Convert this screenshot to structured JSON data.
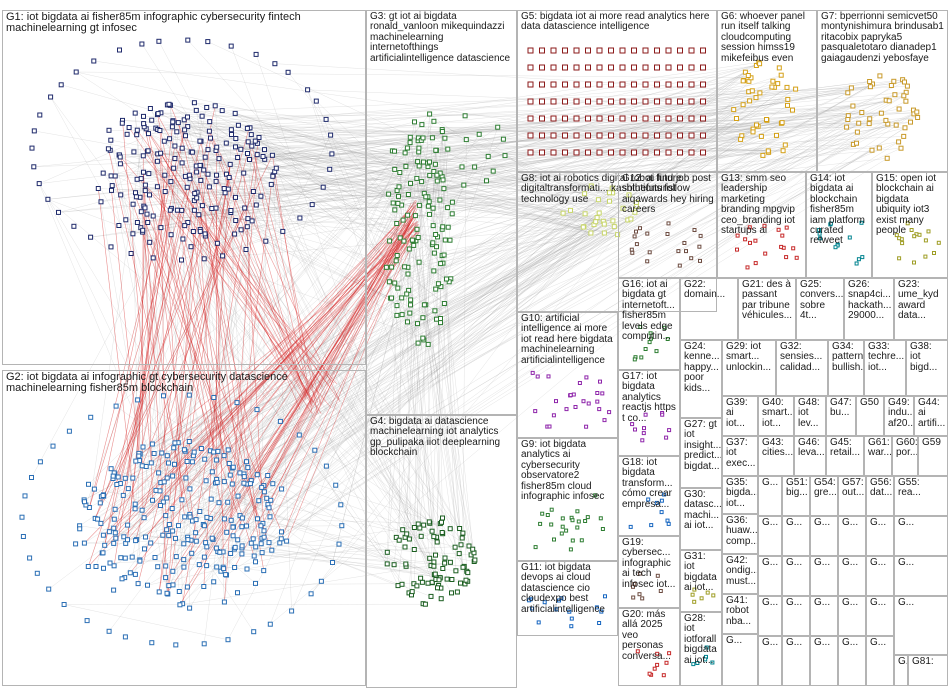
{
  "colors": {
    "edge_gray": "#9a9a9a",
    "edge_red": "#d42020",
    "g1_node": "#1f2a6b",
    "g2_node": "#2b6fb5",
    "g3_node": "#2e7d32",
    "g4_node": "#1b5e20",
    "g5_node": "#8b1a1a",
    "g6_node": "#d4a017",
    "g7_node": "#c89a2a",
    "g8_node": "#c8d66a",
    "misc_node": "#7aa6c8",
    "box_border": "#b4b4b4"
  },
  "groups": [
    {
      "id": "G1",
      "label": "G1: iot bigdata ai fisher85m infographic cybersecurity fintech machinelearning gt infosec"
    },
    {
      "id": "G2",
      "label": "G2: iot bigdata ai infographic gt cybersecurity datascience machinelearning fisher85m blockchain"
    },
    {
      "id": "G3",
      "label": "G3: gt iot ai bigdata ronald_vanloon mikequindazzi machinelearning internetofthings artificialintelligence datascience"
    },
    {
      "id": "G4",
      "label": "G4: bigdata ai datascience machinelearning iot analytics gp_pulipaka iiot deeplearning blockchain"
    },
    {
      "id": "G5",
      "label": "G5: bigdata iot ai more read analytics here data datascience intelligence"
    },
    {
      "id": "G6",
      "label": "G6: whoever panel run itself talking cloudcomputing session himss19 mikefeibus even"
    },
    {
      "id": "G7",
      "label": "G7: bperrionni semicvet50 montynishimura brindusab1 ritacobix papryka5 pasqualetotaro dianadep1 gaiagaudenzi yebosfaye"
    },
    {
      "id": "G8",
      "label": "G8: iot ai robotics digital robot future digitaltransformati... kashthefuturist technology use"
    },
    {
      "id": "G9",
      "label": "G9: iot bigdata analytics ai cybersecurity observatore2 fisher85m cloud infographic infosec"
    },
    {
      "id": "G10",
      "label": "G10: artificial intelligence ai more iot read here bigdata machinelearning artificialintelligence"
    },
    {
      "id": "G11",
      "label": "G11: iot bigdata devops ai cloud datascience cio cloudexpo best artificialintelligence"
    },
    {
      "id": "G12",
      "label": "G12: ai find job post solutions follow aiqawards hey hiring careers"
    },
    {
      "id": "G13",
      "label": "G13: smm seo leadership marketing branding mpgvip ceo_branding iot startups ai"
    },
    {
      "id": "G14",
      "label": "G14: iot bigdata ai blockchain fisher85m iam platform curated retweet"
    },
    {
      "id": "G15",
      "label": "G15: open iot blockchain ai bigdata ubiquity iot3 exist many people"
    },
    {
      "id": "G16",
      "label": "G16: iot ai bigdata gt internetoft... fisher85m levels edge computin..."
    },
    {
      "id": "G17",
      "label": "G17: iot bigdata analytics reactjs https t co..."
    },
    {
      "id": "G18",
      "label": "G18: iot bigdata transform... cómo crear empresa..."
    },
    {
      "id": "G19",
      "label": "G19: cybersec... infographic ai tech infosec iot..."
    },
    {
      "id": "G20",
      "label": "G20: más allá 2025 veo personas conversa..."
    },
    {
      "id": "G21",
      "label": "G21: des à passant par tribune véhicules..."
    },
    {
      "id": "G22",
      "label": "G22: domain..."
    },
    {
      "id": "G23",
      "label": "G23: ume_kyd award data..."
    },
    {
      "id": "G24",
      "label": "G24: kenne... happy... poor kids..."
    },
    {
      "id": "G25",
      "label": "G25: convers... sobre 4t..."
    },
    {
      "id": "G26",
      "label": "G26: snap4ci... hackath... 29000..."
    },
    {
      "id": "G27",
      "label": "G27: gt iot insight... predict... bigdat..."
    },
    {
      "id": "G28",
      "label": "G28: iot iotforall bigdata ai iot..."
    },
    {
      "id": "G29",
      "label": "G29: iot smart... unlockin..."
    },
    {
      "id": "G30",
      "label": "G30: datasc... machi... ai iot..."
    },
    {
      "id": "G31",
      "label": "G31: iot bigdata ai iot..."
    },
    {
      "id": "G32",
      "label": "G32: sensies... calidad..."
    },
    {
      "id": "G33",
      "label": "G33: techre... iot..."
    },
    {
      "id": "G34",
      "label": "G34: pattern bullish..."
    },
    {
      "id": "G35",
      "label": "G35: bigda... iot..."
    },
    {
      "id": "G36",
      "label": "G36: huaw... comp..."
    },
    {
      "id": "G37",
      "label": "G37: iot exec..."
    },
    {
      "id": "G38",
      "label": "G38: iot bigd..."
    },
    {
      "id": "G39",
      "label": "G39: ai iot..."
    },
    {
      "id": "G40",
      "label": "G40: smart... iot..."
    },
    {
      "id": "G41",
      "label": "G41: robot nba..."
    },
    {
      "id": "G42",
      "label": "G42: ondig... must..."
    },
    {
      "id": "G43",
      "label": "G43: cities..."
    },
    {
      "id": "G44",
      "label": "G44: ai artifi..."
    },
    {
      "id": "G45",
      "label": "G45: retail..."
    },
    {
      "id": "G46",
      "label": "G46: leva..."
    },
    {
      "id": "G47",
      "label": "G47: bu..."
    },
    {
      "id": "G48",
      "label": "G48: iot lev..."
    },
    {
      "id": "G49",
      "label": "G49: indu... af20..."
    },
    {
      "id": "G50",
      "label": "G50"
    },
    {
      "id": "G51",
      "label": "G51: big..."
    },
    {
      "id": "G54",
      "label": "G54: gre..."
    },
    {
      "id": "G55",
      "label": "G55: rea..."
    },
    {
      "id": "G56",
      "label": "G56: dat..."
    },
    {
      "id": "G57",
      "label": "G57: out..."
    },
    {
      "id": "G59",
      "label": "G59"
    },
    {
      "id": "G60",
      "label": "G60: por..."
    },
    {
      "id": "G61",
      "label": "G61: war..."
    },
    {
      "id": "G81",
      "label": "G81:"
    },
    {
      "id": "G62",
      "label": "G..."
    },
    {
      "id": "G63",
      "label": "G..."
    },
    {
      "id": "G64",
      "label": "G..."
    },
    {
      "id": "G65",
      "label": "G..."
    },
    {
      "id": "G66",
      "label": "G..."
    },
    {
      "id": "G67",
      "label": "G..."
    },
    {
      "id": "G68",
      "label": "G..."
    },
    {
      "id": "G69",
      "label": "G..."
    },
    {
      "id": "G70",
      "label": "G..."
    },
    {
      "id": "G71",
      "label": "G..."
    },
    {
      "id": "G72",
      "label": "G..."
    },
    {
      "id": "G73",
      "label": "G..."
    },
    {
      "id": "G74",
      "label": "G..."
    },
    {
      "id": "G75",
      "label": "G..."
    },
    {
      "id": "G76",
      "label": "G..."
    },
    {
      "id": "G77",
      "label": "G..."
    },
    {
      "id": "G78",
      "label": "G..."
    },
    {
      "id": "G79",
      "label": "G..."
    },
    {
      "id": "G80",
      "label": "G..."
    },
    {
      "id": "G82",
      "label": "G..."
    },
    {
      "id": "G83",
      "label": "G..."
    },
    {
      "id": "G84",
      "label": "G..."
    },
    {
      "id": "G85",
      "label": "G..."
    },
    {
      "id": "G86",
      "label": "G..."
    },
    {
      "id": "G87",
      "label": "G..."
    },
    {
      "id": "G88",
      "label": "G..."
    }
  ]
}
